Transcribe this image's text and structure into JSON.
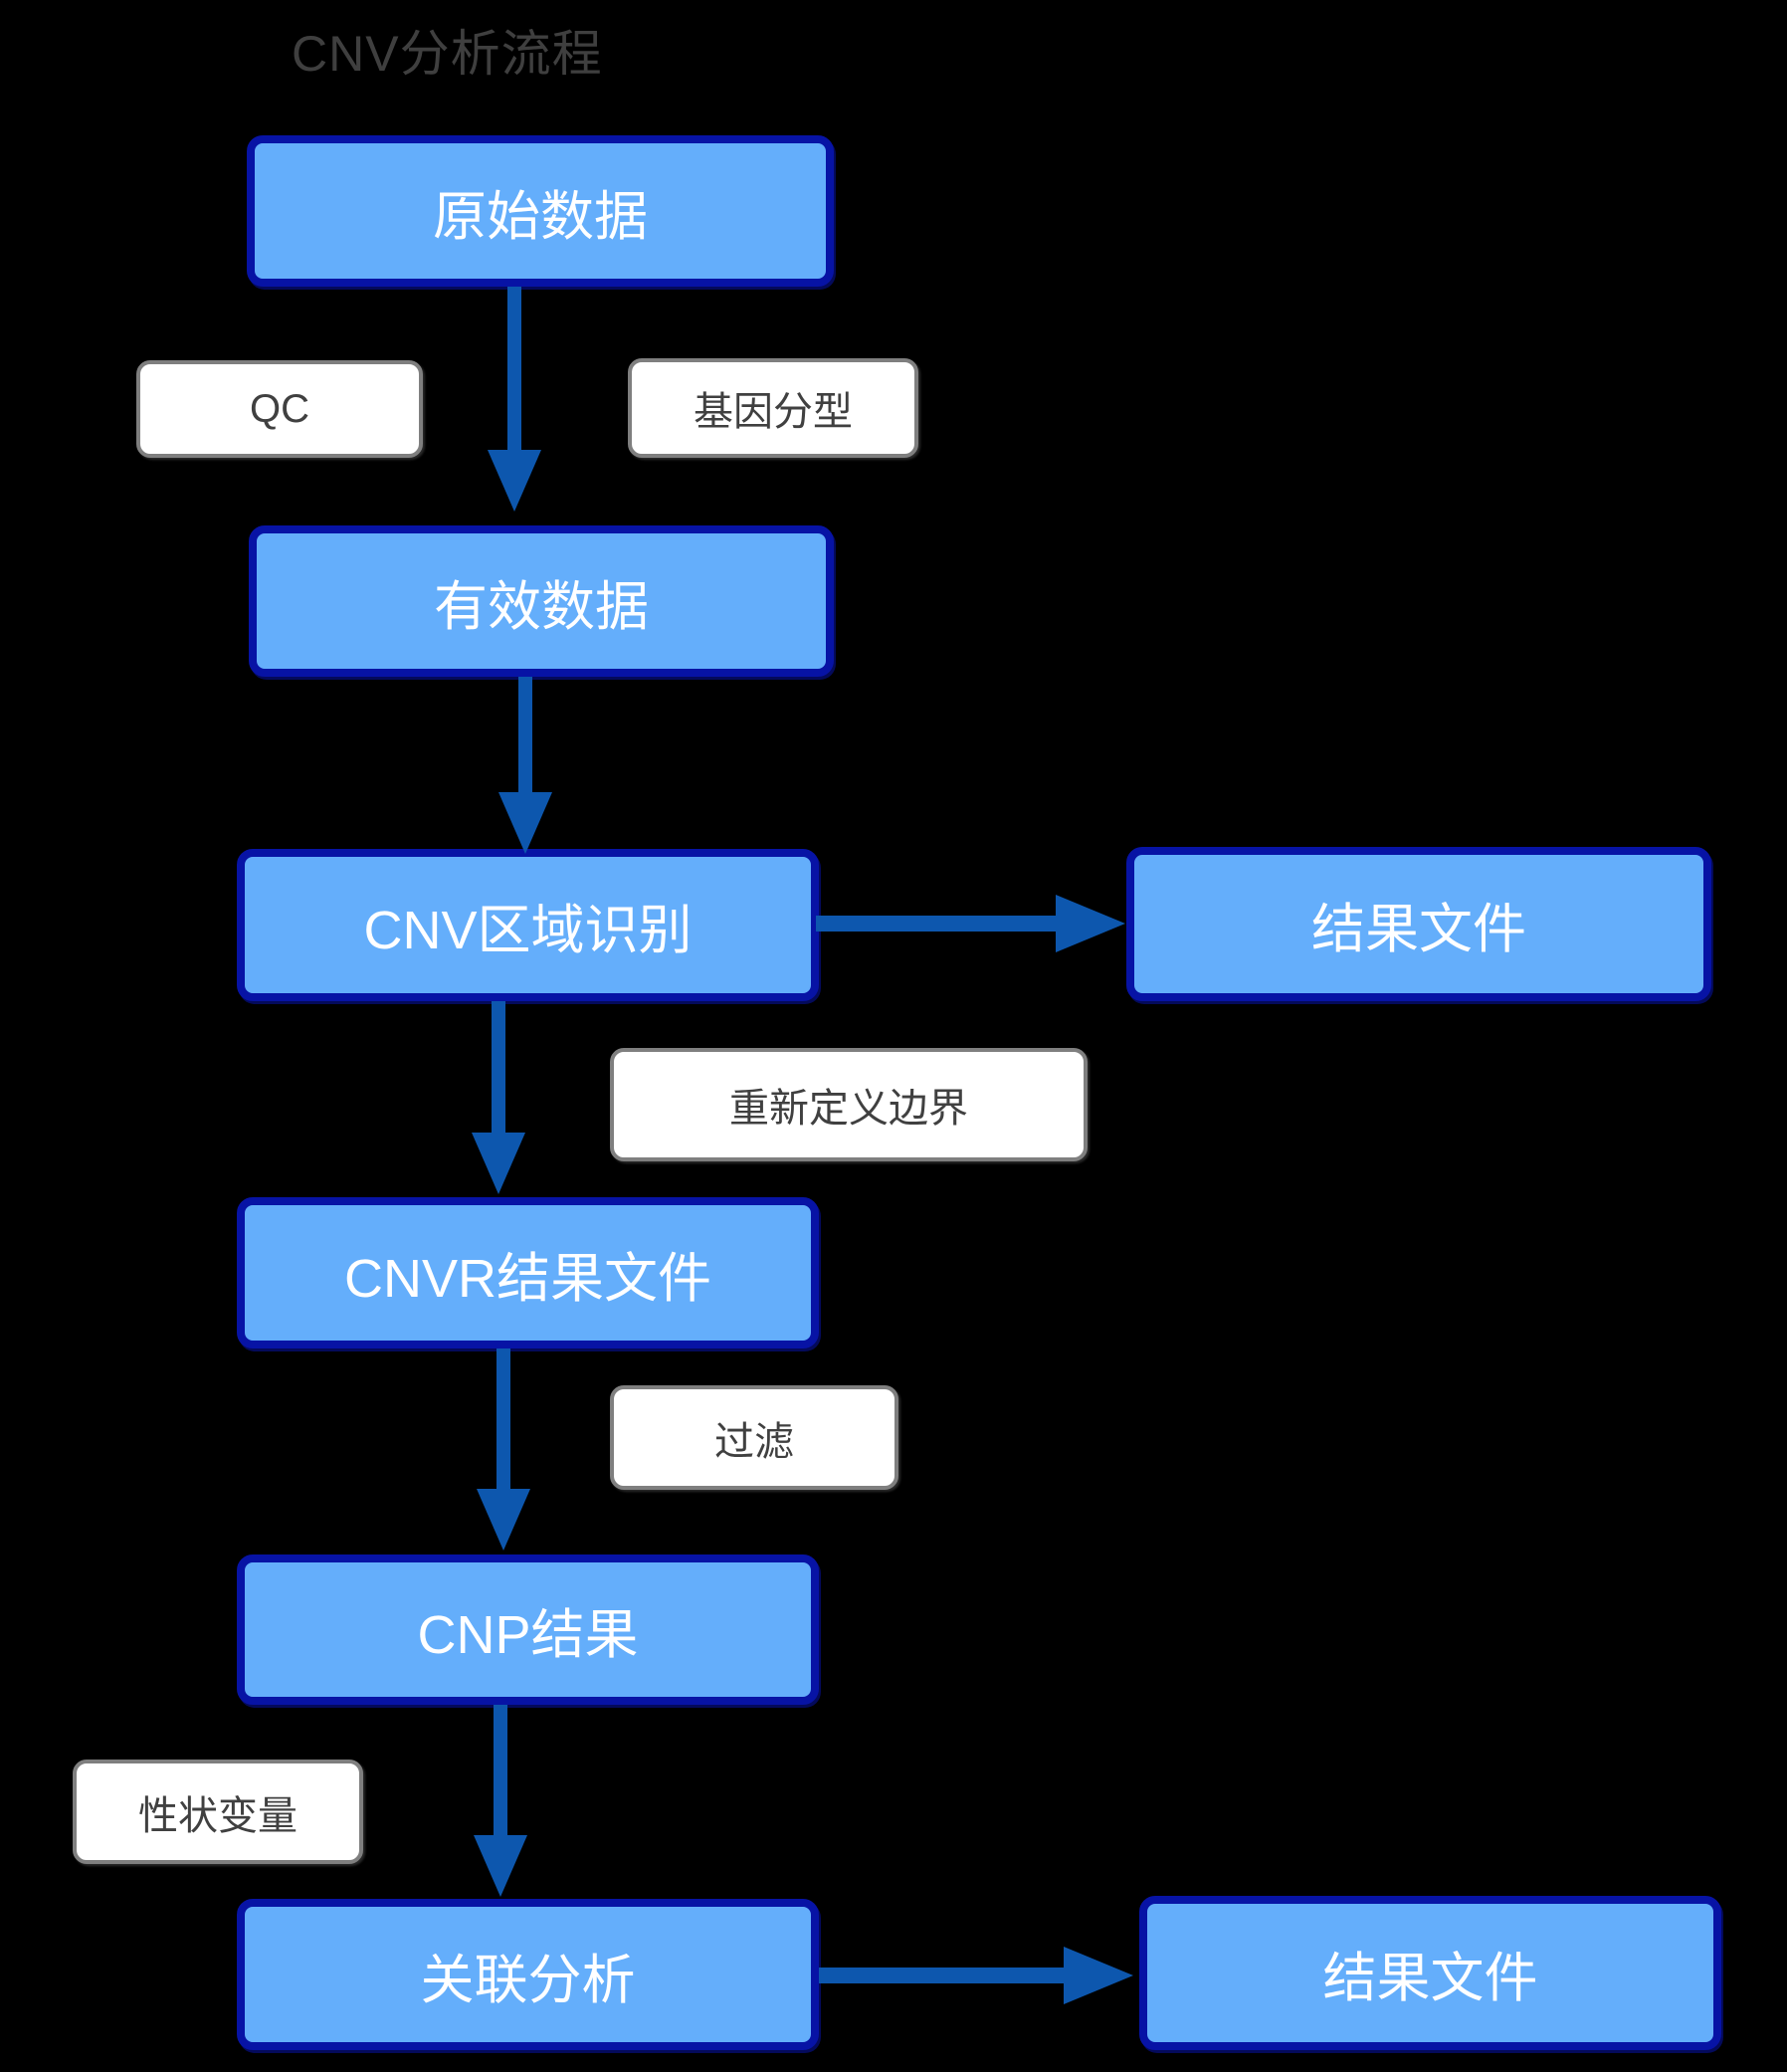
{
  "title": "CNV分析流程",
  "nodes": {
    "raw_data": "原始数据",
    "valid_data": "有效数据",
    "cnv_region": "CNV区域识别",
    "result_file_top": "结果文件",
    "cnvr_result": "CNVR结果文件",
    "cnp_result": "CNP结果",
    "association": "关联分析",
    "result_file_bottom": "结果文件"
  },
  "process_labels": {
    "qc": "QC",
    "genotyping": "基因分型",
    "redefine_boundary": "重新定义边界",
    "filter": "过滤",
    "trait_variable": "性状变量"
  },
  "edges": [
    {
      "from": "raw_data",
      "to": "valid_data",
      "labels": [
        "qc",
        "genotyping"
      ]
    },
    {
      "from": "valid_data",
      "to": "cnv_region",
      "labels": []
    },
    {
      "from": "cnv_region",
      "to": "result_file_top",
      "labels": []
    },
    {
      "from": "cnv_region",
      "to": "cnvr_result",
      "labels": [
        "redefine_boundary"
      ]
    },
    {
      "from": "cnvr_result",
      "to": "cnp_result",
      "labels": [
        "filter"
      ]
    },
    {
      "from": "cnp_result",
      "to": "association",
      "labels": [
        "trait_variable"
      ]
    },
    {
      "from": "association",
      "to": "result_file_bottom",
      "labels": []
    }
  ],
  "colors": {
    "background": "#000000",
    "node_fill": "#64AEFB",
    "node_border": "#0713A5",
    "arrow": "#0D57AE",
    "label_border": "#7F7F7F",
    "label_text": "#404040",
    "title_text": "#3F3F3F"
  }
}
